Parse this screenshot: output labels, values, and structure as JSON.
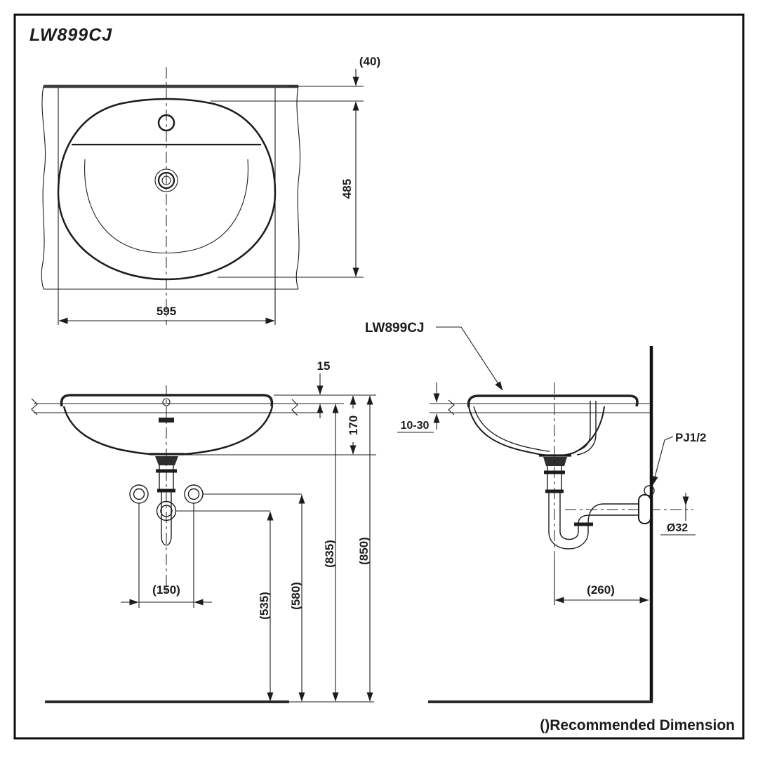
{
  "drawing": {
    "title": "LW899CJ",
    "footnote": "()Recommended Dimension",
    "colors": {
      "line": "#1c1c1c",
      "background": "#ffffff"
    },
    "top_view": {
      "front_offset": "(40)",
      "depth": "485",
      "width": "595"
    },
    "front_view": {
      "rim_height": "15",
      "bowl_depth": "170",
      "counter_height": "(835)",
      "overall_height": "(850)",
      "supply_height": "(580)",
      "trap_height": "(535)",
      "supply_spacing": "(150)"
    },
    "side_view": {
      "product_label": "LW899CJ",
      "counter_thickness": "10-30",
      "supply_thread": "PJ1/2",
      "pipe_diameter": "Ø32",
      "wall_distance": "(260)"
    }
  }
}
